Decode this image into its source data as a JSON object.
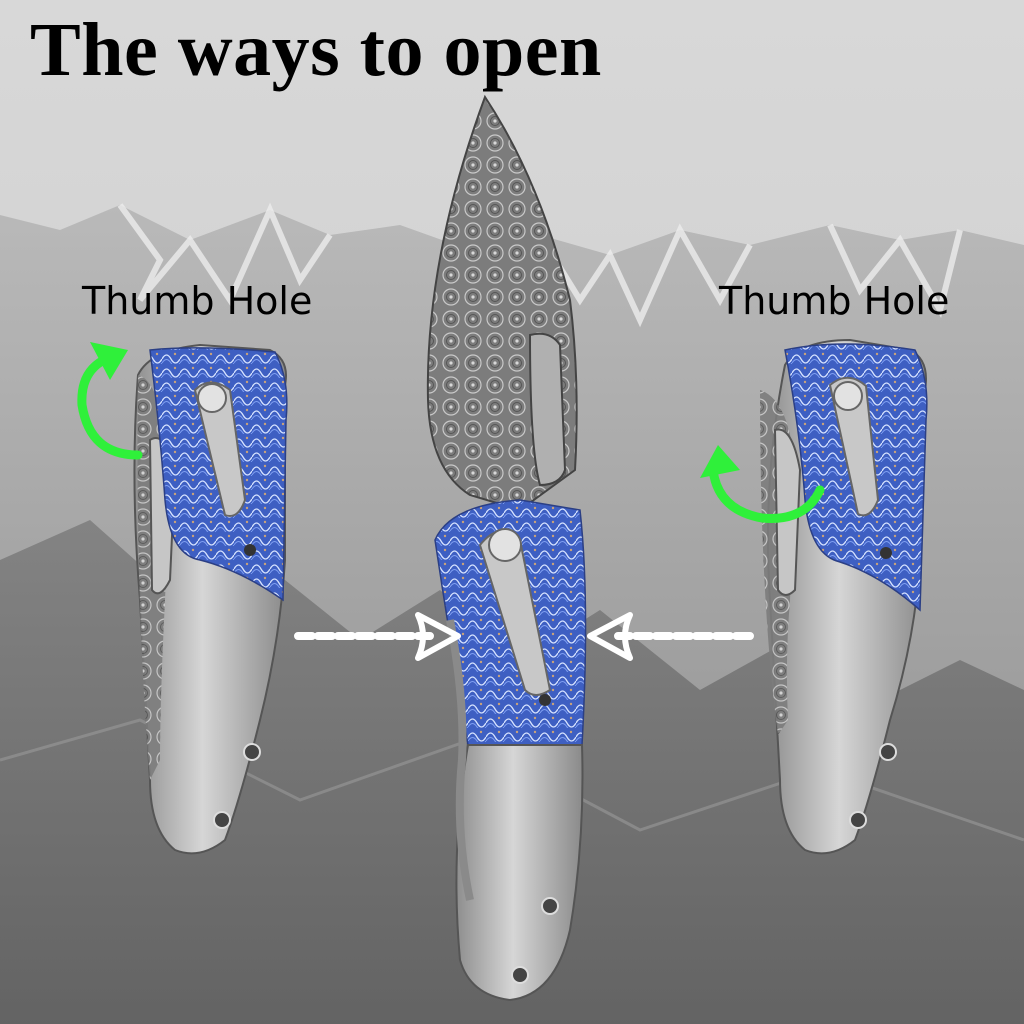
{
  "headline": "The ways to open",
  "labels": {
    "left": "Thumb Hole",
    "right": "Thumb Hole"
  },
  "colors": {
    "sky": "#d4d4d4",
    "mountains": "#8a8a8a",
    "anodized_scale": "#3f63c8",
    "arrow_green": "#2ff03a",
    "arrow_white": "#ffffff",
    "steel": "#b5b5b5"
  },
  "icons": {
    "rotate_arrow": "rotate-arrow-icon",
    "push_arrow": "arrow-right-icon"
  }
}
